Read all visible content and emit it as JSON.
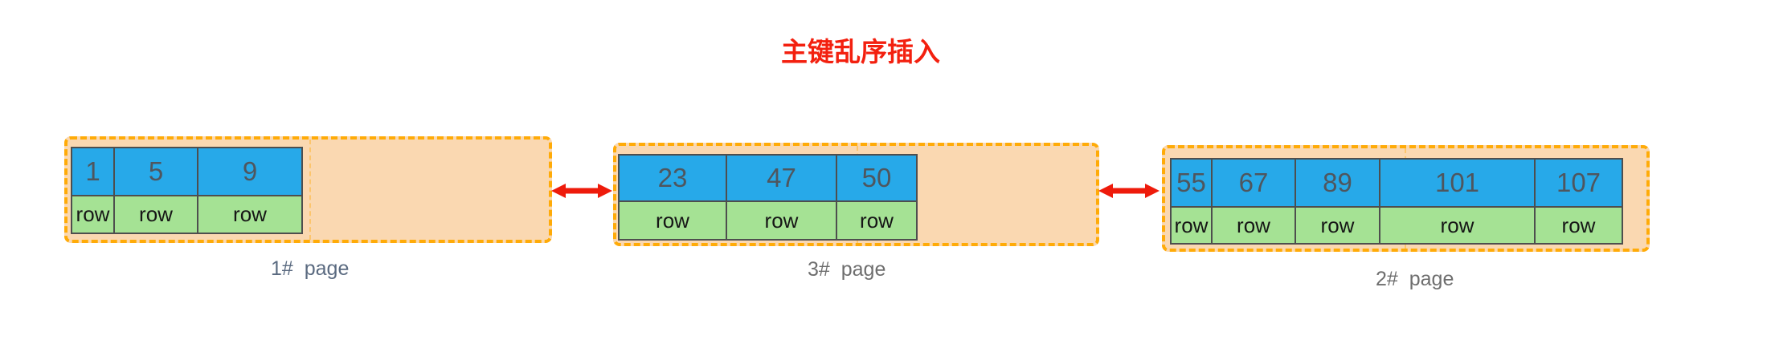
{
  "title": {
    "text": "主键乱序插入"
  },
  "pages": [
    {
      "label": "1# page",
      "cells": [
        {
          "key": "1",
          "row": "row"
        },
        {
          "key": "5",
          "row": "row"
        },
        {
          "key": "9",
          "row": "row"
        }
      ]
    },
    {
      "label": "3# page",
      "cells": [
        {
          "key": "23",
          "row": "row"
        },
        {
          "key": "47",
          "row": "row"
        },
        {
          "key": "50",
          "row": "row"
        }
      ]
    },
    {
      "label": "2# page",
      "cells": [
        {
          "key": "55",
          "row": "row"
        },
        {
          "key": "67",
          "row": "row"
        },
        {
          "key": "89",
          "row": "row"
        },
        {
          "key": "101",
          "row": "row"
        },
        {
          "key": "107",
          "row": "row"
        }
      ]
    }
  ],
  "icons": {
    "link_arrow": "double-arrow-icon"
  },
  "colors": {
    "title_red": "#f3200f",
    "arrow_red": "#ee1b0b",
    "page_fill": "#fad8b1",
    "page_border": "#ffab08",
    "key_cell_blue": "#27a9e9",
    "row_cell_green": "#a5e294",
    "cell_border": "#4e4e4e",
    "key_text": "#4f565e",
    "row_text": "#161616",
    "label_gray": "#6e6e6e",
    "label_slate": "#5a6a80",
    "background": "#ffffff"
  }
}
